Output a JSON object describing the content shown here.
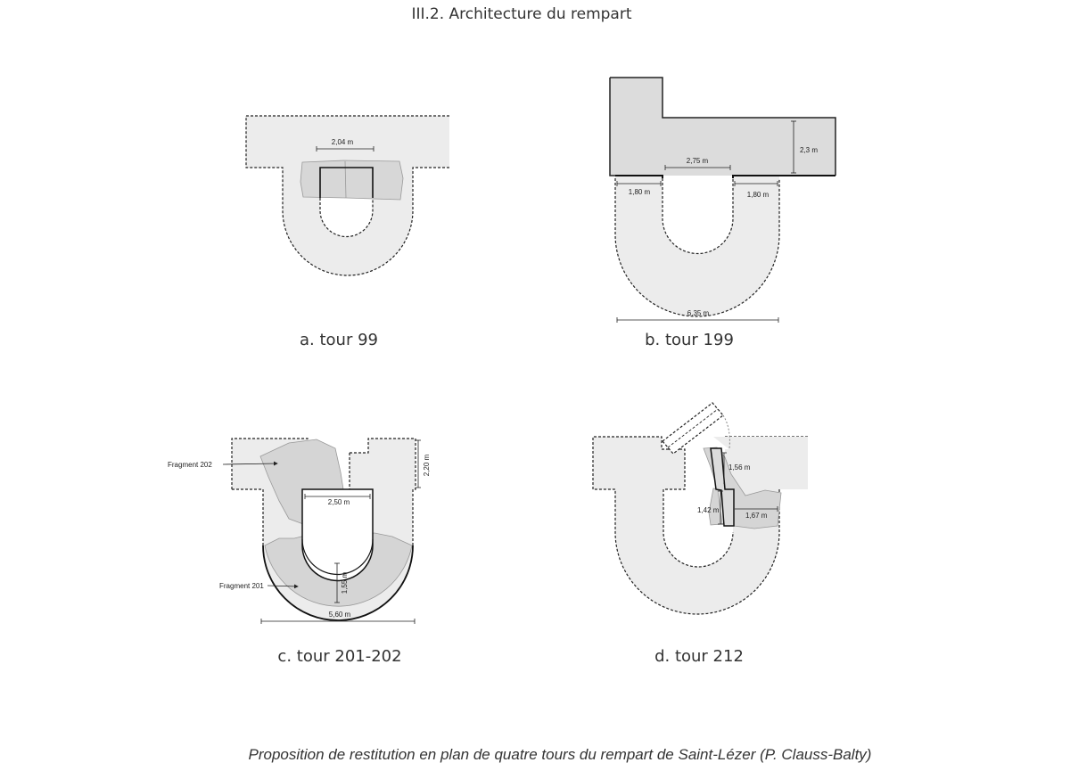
{
  "header": {
    "title": "III.2. Architecture du rempart"
  },
  "plans": {
    "a": {
      "caption": "a. tour 99",
      "dims": {
        "inner_width": "2,04 m"
      }
    },
    "b": {
      "caption": "b. tour 199",
      "dims": {
        "inner_width": "2,75 m",
        "wall_left": "1,80 m",
        "wall_right": "1,80 m",
        "depth": "2,3 m",
        "outer_width": "6,35 m"
      }
    },
    "c": {
      "caption": "c. tour 201-202",
      "dims": {
        "inner_width": "2,50 m",
        "depth": "2,20 m",
        "wall_thickness": "1,55 m",
        "outer_width": "5,60 m"
      },
      "fragments": {
        "upper": "Fragment 202",
        "lower": "Fragment 201"
      }
    },
    "d": {
      "caption": "d. tour 212",
      "dims": {
        "upper": "1,56 m",
        "left": "1,42 m",
        "right": "1,67 m"
      }
    }
  },
  "caption": "Proposition de restitution en plan de quatre tours du rempart de Saint-Lézer (P. Clauss-Balty)"
}
